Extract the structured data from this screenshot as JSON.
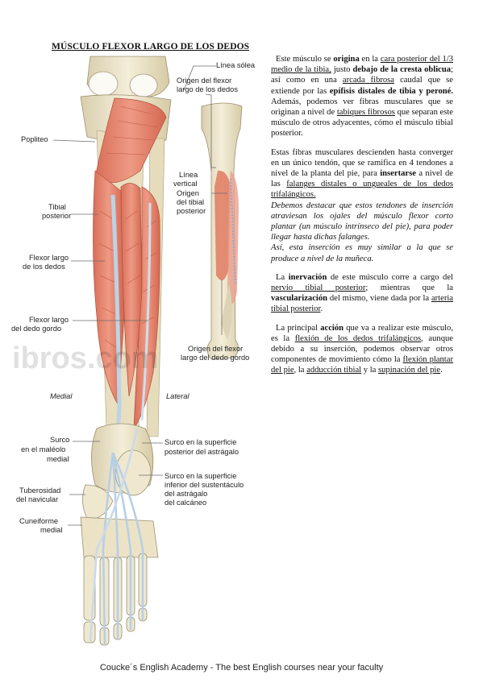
{
  "title": "MÚSCULO FLEXOR LARGO DE LOS DEDOS",
  "figure": {
    "watermark": "ibros.com",
    "labels": {
      "linea_solea": "Línea sólea",
      "origen_flexor_1": "Origen del flexor",
      "origen_flexor_2": "largo de los dedos",
      "popliteo": "Popliteo",
      "linea_vertical_1": "Línea",
      "linea_vertical_2": "vertical",
      "origen_tibial_1": "Origen",
      "origen_tibial_2": "del tibial",
      "origen_tibial_3": "posterior",
      "tibial_posterior_1": "Tibial",
      "tibial_posterior_2": "posterior",
      "flexor_largo_dedos_1": "Flexor largo",
      "flexor_largo_dedos_2": "de los dedos",
      "flexor_largo_gordo_1": "Flexor largo",
      "flexor_largo_gordo_2": "del dedo gordo",
      "origen_flexor_gordo_1": "Origen del flexor",
      "origen_flexor_gordo_2": "largo del dedo gordo",
      "medial": "Medial",
      "lateral": "Lateral",
      "surco_maleolo_1": "Surco",
      "surco_maleolo_2": "en el maléolo",
      "surco_maleolo_3": "medial",
      "surco_astragalo_1": "Surco en la superficie",
      "surco_astragalo_2": "posterior del astrágalo",
      "surco_sustentaculo_1": "Surco en la superficie",
      "surco_sustentaculo_2": "inferior del sustentáculo",
      "surco_sustentaculo_3": "del astrágalo",
      "surco_sustentaculo_4": "del calcáneo",
      "tuberosidad_1": "Tuberosidad",
      "tuberosidad_2": "del navicular",
      "cuneiforme_1": "Cuneiforme",
      "cuneiforme_2": "medial"
    }
  },
  "text": {
    "p1": {
      "a": "Este músculo se ",
      "b": "origina",
      "c": " en la ",
      "d": "cara posterior del 1/3 medio de la tibia,",
      "e": " justo ",
      "f": "debajo de la cresta oblicua",
      "g": "; así como en una ",
      "h": "arcada fibrosa",
      "i": " caudal que se extiende por las ",
      "j": "epífisis distales de tibia y peroné.",
      "k": " Además, podemos ver fibras musculares que se originan a nivel de ",
      "l": "tabiques fibrosos",
      "m": " que separan este músculo de otros adyacentes, cómo el músculo tibial posterior."
    },
    "p2": {
      "a": "Estas fibras musculares descienden hasta converger en un único tendón, que se ramifica en 4 tendones a nivel de la planta del pie, para ",
      "b": "insertarse",
      "c": " a nivel de las ",
      "d": "falanges distales o ungueales de los dedos trifalángicos.",
      "e": "Debemos destacar que estos tendones de inserción atraviesan los ojales del músculo flexor corto plantar (un músculo intrínseco del pie), para poder llegar hasta dichas falanges.",
      "f": "Así, esta inserción es muy similar a la que se produce a nivel de la muñeca."
    },
    "p3": {
      "a": "La ",
      "b": "inervación",
      "c": " de este músculo corre a cargo del ",
      "d": "nervio tibial posterior",
      "e": "; mientras que la ",
      "f": "vascularización",
      "g": " del mismo, viene dada por la ",
      "h": "arteria tibial posterior",
      "i": "."
    },
    "p4": {
      "a": "La principal ",
      "b": "acción",
      "c": " que va a realizar este músculo, es la ",
      "d": "flexión de los dedos trifalángicos",
      "e": ", aunque debido a su inserción, podemos observar otros componentes de movimiento cómo la ",
      "f": "flexión plantar del pie",
      "g": ", la ",
      "h": "adducción tibial",
      "i": " y la ",
      "j": "supinación del pie",
      "k": "."
    }
  },
  "footer": "Coucke´s English Academy - The best English courses near your faculty",
  "colors": {
    "muscle": "#e4826c",
    "muscle_dark": "#c9604c",
    "bone": "#efe8cf",
    "tendon": "#bcd3e6",
    "line": "#6c6c6c"
  }
}
